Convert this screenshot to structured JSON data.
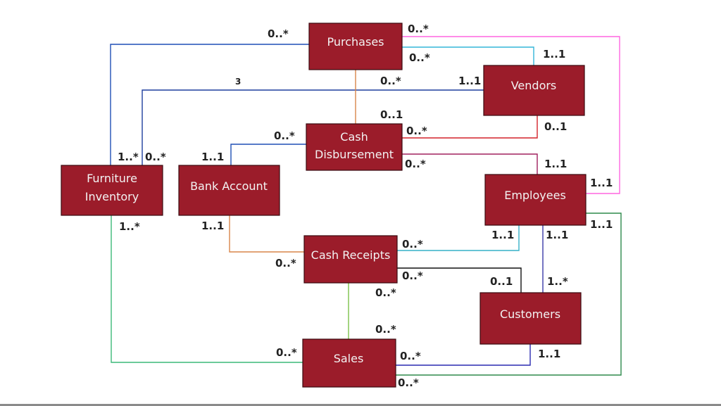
{
  "entities": {
    "purchases": "Purchases",
    "vendors": "Vendors",
    "cash_disbursement_1": "Cash",
    "cash_disbursement_2": "Disbursement",
    "furniture_inventory_1": "Furniture",
    "furniture_inventory_2": "Inventory",
    "bank_account": "Bank Account",
    "employees": "Employees",
    "cash_receipts": "Cash Receipts",
    "customers": "Customers",
    "sales": "Sales"
  },
  "multiplicities": {
    "purchases_inventory_left": "0..*",
    "purchases_right_top": "0..*",
    "purchases_right_vendor": "0..*",
    "vendors_top": "1..1",
    "vendors_left": "1..1",
    "purchases_bottom": "0..*",
    "three_label": "3",
    "cashdisb_top": "0..1",
    "cashdisb_bank": "0..*",
    "cashdisb_vendor": "0..*",
    "vendors_bottom": "0..1",
    "cashdisb_employee": "0..*",
    "employees_top": "1..1",
    "employees_right_top": "1..1",
    "employees_right_bottom": "1..1",
    "inventory_top_left": "1..*",
    "inventory_top_right": "0..*",
    "bank_top": "1..1",
    "bank_bottom": "1..1",
    "inventory_bottom": "1..*",
    "cashrec_bank": "0..*",
    "cashrec_employee": "0..*",
    "employees_bottom_left": "1..1",
    "employees_bottom_right": "1..1",
    "cashrec_customer": "0..*",
    "customers_top_left": "0..1",
    "customers_top": "1..*",
    "cashrec_bottom": "0..*",
    "sales_top": "0..*",
    "sales_inventory": "0..*",
    "sales_customer": "0..*",
    "customers_bottom": "1..1",
    "sales_bottom": "0..*"
  },
  "colors": {
    "entity_fill": "#9b1c2a",
    "blue": "#1f4fb5",
    "cyan": "#33b5d8",
    "magenta": "#ff66e0",
    "orange": "#d9864a",
    "red": "#d4222a",
    "maroon": "#9b1c5a",
    "green": "#2e9a5c",
    "light_green": "#7cc24a",
    "black": "#111111",
    "navy": "#3a3aa8",
    "teal": "#35b0c7"
  }
}
